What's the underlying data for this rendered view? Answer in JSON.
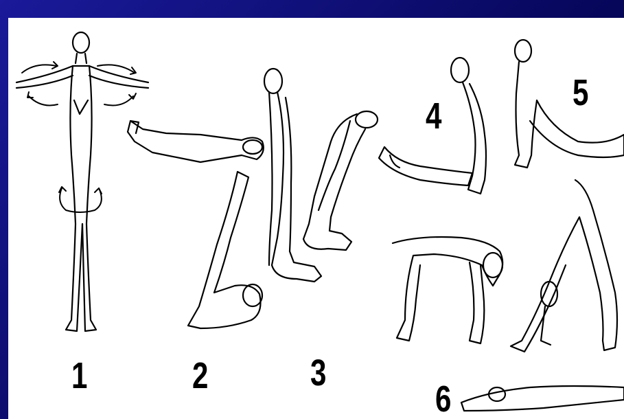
{
  "figure": {
    "labels": {
      "n1": "1",
      "n2": "2",
      "n3": "3",
      "n4": "4",
      "n5": "5",
      "n6": "6"
    },
    "colors": {
      "background": "#0a0a6e",
      "panel": "#ffffff",
      "ink": "#000000"
    }
  }
}
